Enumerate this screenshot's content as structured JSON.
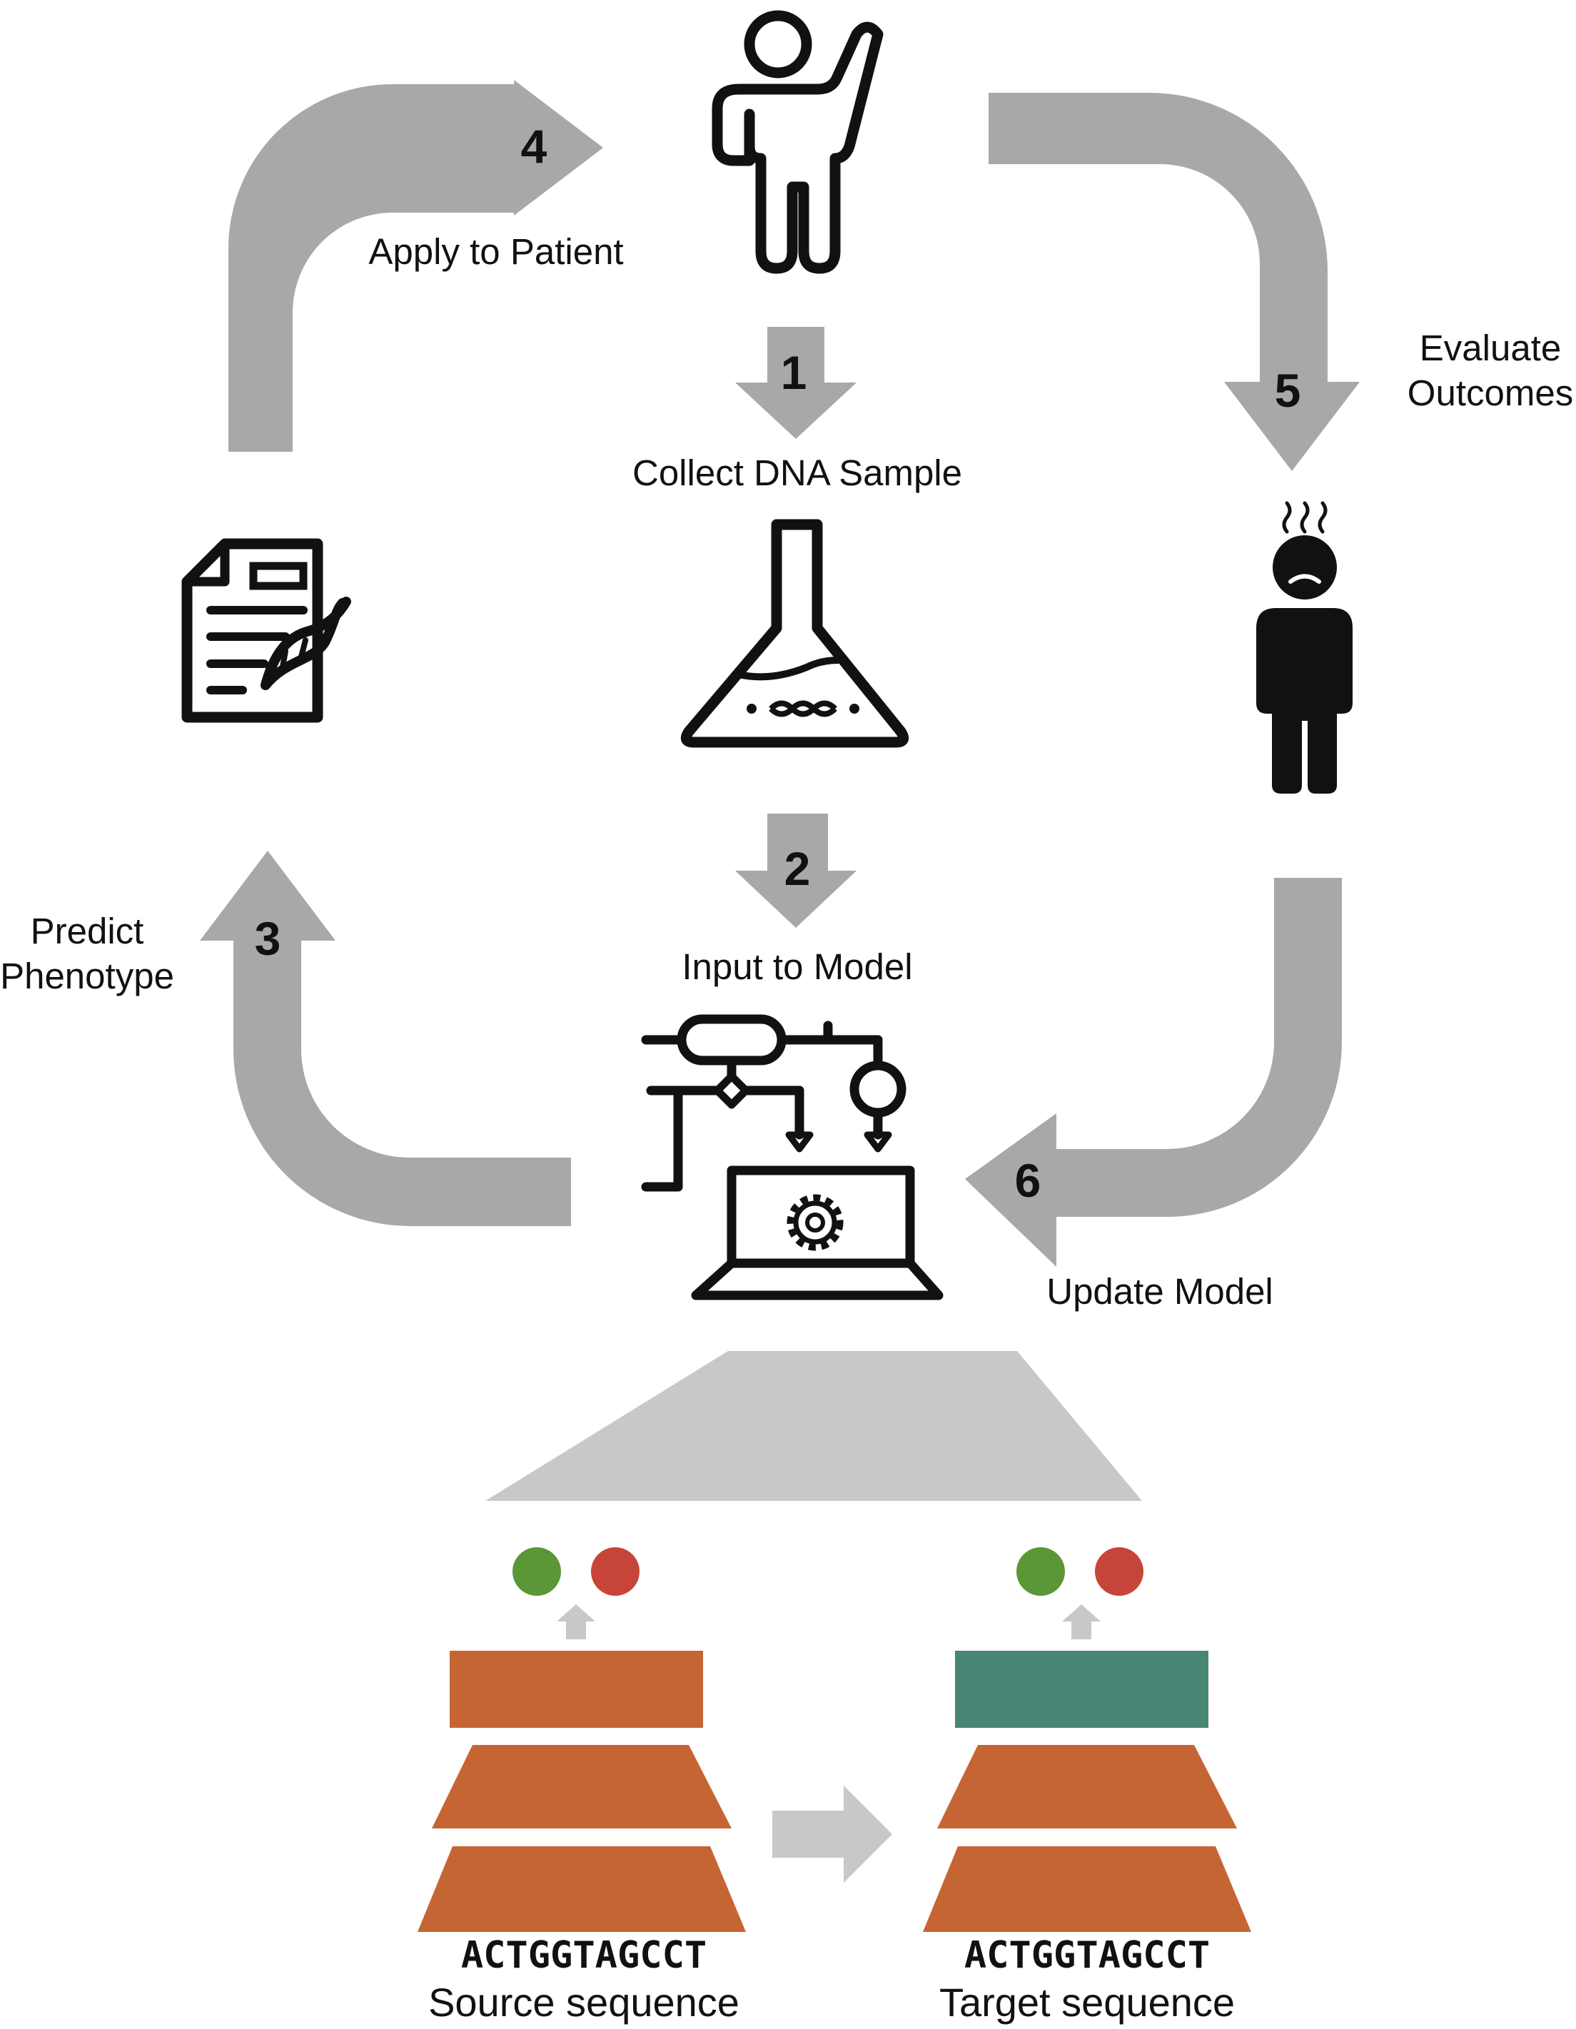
{
  "colors": {
    "arrow": "#a8a8a8",
    "light_arrow": "#c8c8c8",
    "orange": "#c66534",
    "teal": "#478674",
    "green": "#5b9637",
    "red": "#c74538",
    "ink": "#111111"
  },
  "steps": [
    {
      "number": "1",
      "label_lines": [
        "Collect DNA Sample"
      ]
    },
    {
      "number": "2",
      "label_lines": [
        "Input to Model"
      ]
    },
    {
      "number": "3",
      "label_lines": [
        "Predict",
        "Phenotype"
      ]
    },
    {
      "number": "4",
      "label_lines": [
        "Apply to Patient"
      ]
    },
    {
      "number": "5",
      "label_lines": [
        "Evaluate",
        "Outcomes"
      ]
    },
    {
      "number": "6",
      "label_lines": [
        "Update Model"
      ]
    }
  ],
  "icons": {
    "patient": "person-waving-icon",
    "report": "genetic-report-icon",
    "flask": "dna-flask-icon",
    "sick": "sick-person-icon",
    "model": "model-laptop-flowchart-icon"
  },
  "transfer": {
    "source": {
      "sequence": "ACTGGTAGCCT",
      "caption": "Source sequence"
    },
    "target": {
      "sequence": "ACTGGTAGCCT",
      "caption": "Target sequence"
    }
  }
}
